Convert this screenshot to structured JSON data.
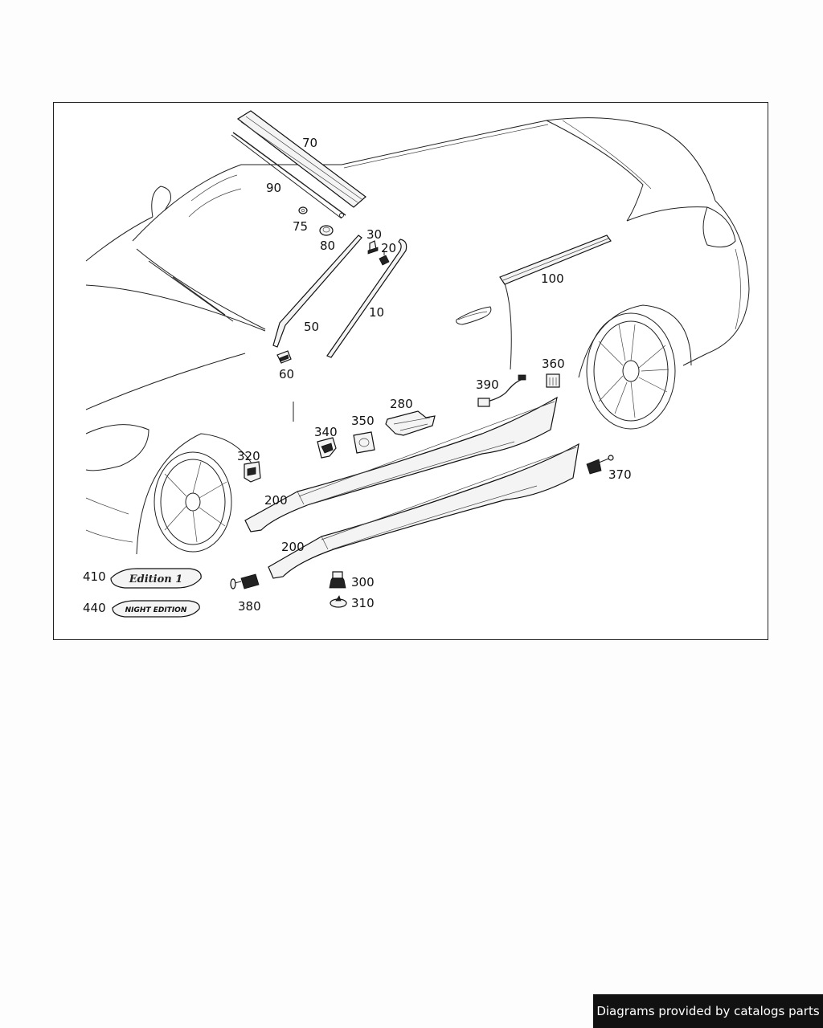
{
  "diagram": {
    "labels": {
      "p70": "70",
      "p90": "90",
      "p75": "75",
      "p80": "80",
      "p30": "30",
      "p20": "20",
      "p10": "10",
      "p50": "50",
      "p60": "60",
      "p100": "100",
      "p360": "360",
      "p390": "390",
      "p280": "280",
      "p340": "340",
      "p350": "350",
      "p320": "320",
      "p200a": "200",
      "p200b": "200",
      "p370": "370",
      "p410": "410",
      "p440": "440",
      "p380": "380",
      "p300": "300",
      "p310": "310"
    },
    "badges": {
      "edition1": "Edition 1",
      "night_edition": "NIGHT EDITION"
    }
  },
  "footer": {
    "credit": "Diagrams provided by catalogs parts"
  }
}
